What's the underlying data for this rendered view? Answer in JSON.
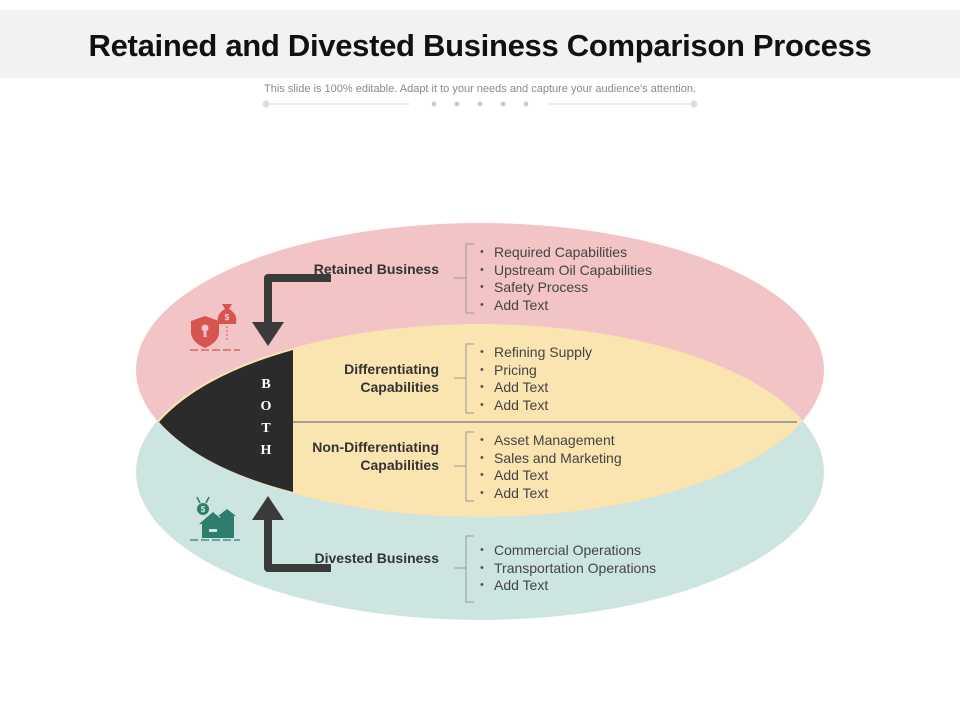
{
  "header": {
    "title": "Retained and Divested Business Comparison Process",
    "subtitle": "This slide is 100% editable. Adapt it to your needs and capture your audience's attention."
  },
  "colors": {
    "retained": "#f2c4c6",
    "divested": "#cde5e0",
    "middle": "#fae4b0",
    "both": "#2b2b2b",
    "arrow": "#3a3a3a",
    "retained_icon": "#d9534f",
    "divested_icon": "#2f7d6d"
  },
  "icons": {
    "retained": "shield-lock-money-bag-icon",
    "divested": "house-money-bag-icon"
  },
  "both": [
    "B",
    "O",
    "T",
    "H"
  ],
  "sections": [
    {
      "label": "Retained Business",
      "items": [
        "Required Capabilities",
        "Upstream Oil Capabilities",
        "Safety Process",
        "Add Text"
      ]
    },
    {
      "label": "Differentiating Capabilities",
      "items": [
        "Refining Supply",
        "Pricing",
        "Add Text",
        "Add Text"
      ]
    },
    {
      "label": "Non-Differentiating Capabilities",
      "items": [
        "Asset Management",
        "Sales and Marketing",
        "Add Text",
        "Add Text"
      ]
    },
    {
      "label": "Divested Business",
      "items": [
        "Commercial Operations",
        "Transportation Operations",
        "Add Text"
      ]
    }
  ]
}
